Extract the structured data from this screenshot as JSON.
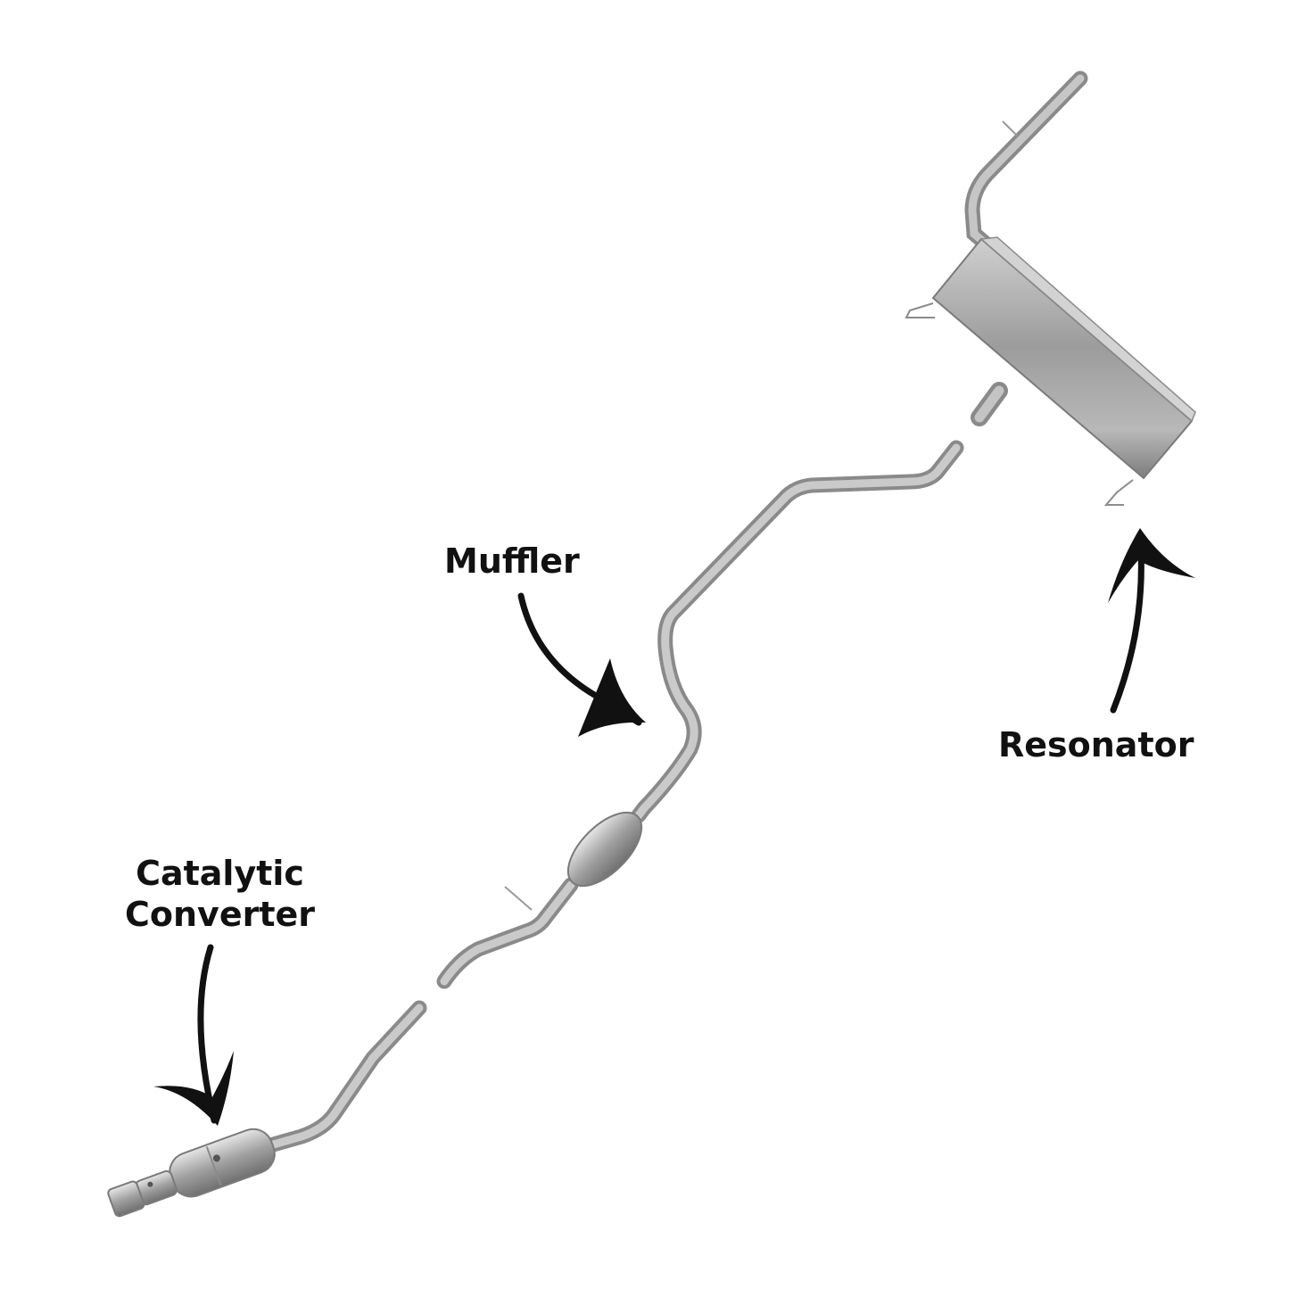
{
  "labels": {
    "muffler": "Muffler",
    "resonator": "Resonator",
    "catalytic_line1": "Catalytic",
    "catalytic_line2": "Converter"
  },
  "colors": {
    "pipe": "#a9a9a9",
    "pipe_shadow": "#8a8a8a",
    "pipe_highlight": "#d9d9d9",
    "arrow": "#111111",
    "text": "#111111"
  }
}
